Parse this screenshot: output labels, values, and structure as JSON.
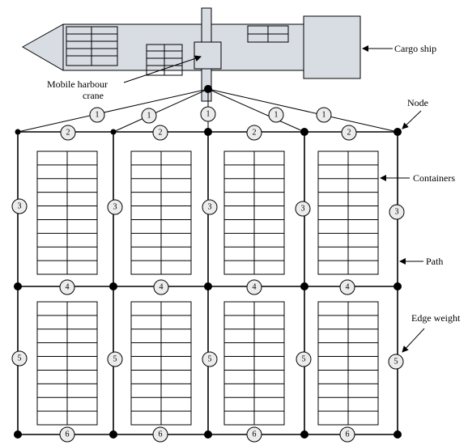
{
  "labels": {
    "cargo_ship": "Cargo ship",
    "crane_line1": "Mobile harbour",
    "crane_line2": "crane",
    "node": "Node",
    "containers": "Containers",
    "path": "Path",
    "edge_weight": "Edge weight"
  },
  "weights": {
    "crane_links": "1",
    "top_row": "2",
    "upper_vertical": "3",
    "middle_row": "4",
    "lower_vertical": "5",
    "bottom_row": "6"
  },
  "colors": {
    "ship_fill": "#d8dde3",
    "weight_fill": "#ececec",
    "line": "#000000"
  }
}
